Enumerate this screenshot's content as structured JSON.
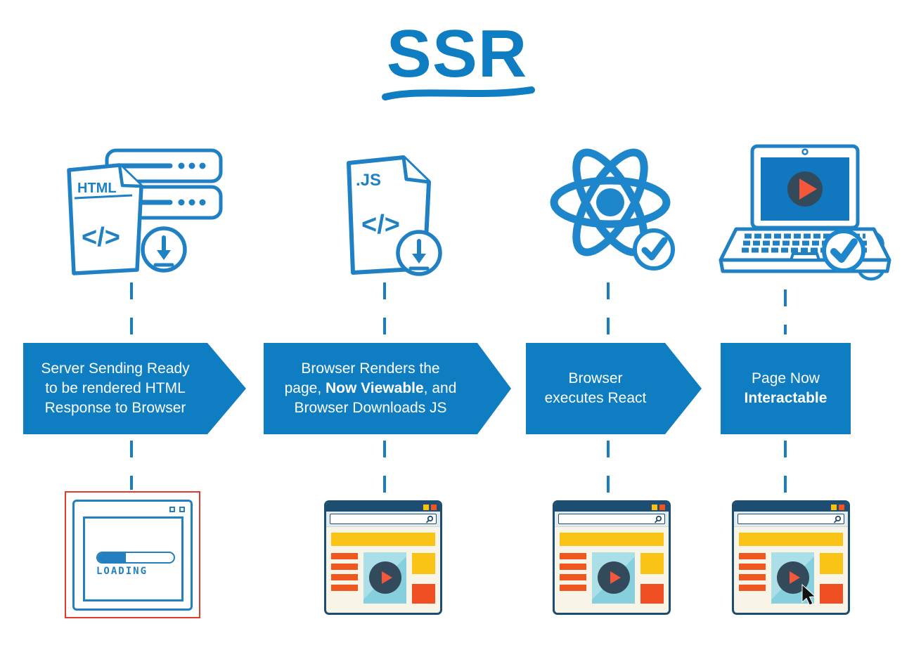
{
  "title": {
    "text": "SSR"
  },
  "colors": {
    "primary_blue": "#0e7dc2",
    "sketch_blue": "#1f81c4",
    "navy": "#1d4d70",
    "cream": "#f9f4e8",
    "yellow": "#f9c415",
    "orange": "#f2561f",
    "play_red": "#f4573a",
    "light_blue": "#86d0dd",
    "red_outline": "#e23a2d",
    "video_circle_navy": "#324a5c"
  },
  "steps": [
    {
      "name": "server-sends-html",
      "icon": "html-document-server-download-icon",
      "file_label": "HTML",
      "code_glyph": "</>",
      "arrow": {
        "line1": "Server Sending Ready",
        "line2": "to be rendered HTML",
        "line3": "Response to Browser"
      },
      "result": {
        "type": "loading-window",
        "loading_label": "LOADING",
        "progress_percent": 37
      }
    },
    {
      "name": "browser-renders-downloads-js",
      "icon": "js-document-download-icon",
      "file_label": ".JS",
      "code_glyph": "</>",
      "arrow": {
        "line1": "Browser Renders the",
        "line2_pre": "page, ",
        "line2_bold": "Now Viewable",
        "line2_post": ", and",
        "line3": "Browser Downloads JS"
      },
      "result": {
        "type": "rendered-page"
      }
    },
    {
      "name": "browser-executes-react",
      "icon": "react-logo-check-icon",
      "arrow": {
        "line1": "Browser",
        "line2": "executes React"
      },
      "result": {
        "type": "rendered-page"
      }
    },
    {
      "name": "page-interactable",
      "icon": "laptop-video-mouse-check-icon",
      "arrow": {
        "line1": "Page Now",
        "line2_bold": "Interactable"
      },
      "result": {
        "type": "rendered-page-with-cursor"
      }
    }
  ]
}
